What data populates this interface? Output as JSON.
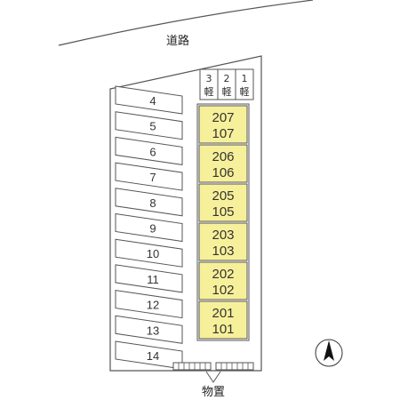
{
  "road": {
    "label": "道路"
  },
  "storage": {
    "label": "物置"
  },
  "light_vehicle_spaces": [
    {
      "number": "3",
      "type": "軽"
    },
    {
      "number": "2",
      "type": "軽"
    },
    {
      "number": "1",
      "type": "軽"
    }
  ],
  "units": [
    {
      "upper": "207",
      "lower": "107"
    },
    {
      "upper": "206",
      "lower": "106"
    },
    {
      "upper": "205",
      "lower": "105"
    },
    {
      "upper": "203",
      "lower": "103"
    },
    {
      "upper": "202",
      "lower": "102"
    },
    {
      "upper": "201",
      "lower": "101"
    }
  ],
  "parking_spaces": [
    "4",
    "5",
    "6",
    "7",
    "8",
    "9",
    "10",
    "11",
    "12",
    "13",
    "14"
  ],
  "colors": {
    "building": "#f7f09a",
    "building_border": "#555555",
    "line": "#555555"
  },
  "compass": {
    "icon": "north-arrow-icon"
  }
}
